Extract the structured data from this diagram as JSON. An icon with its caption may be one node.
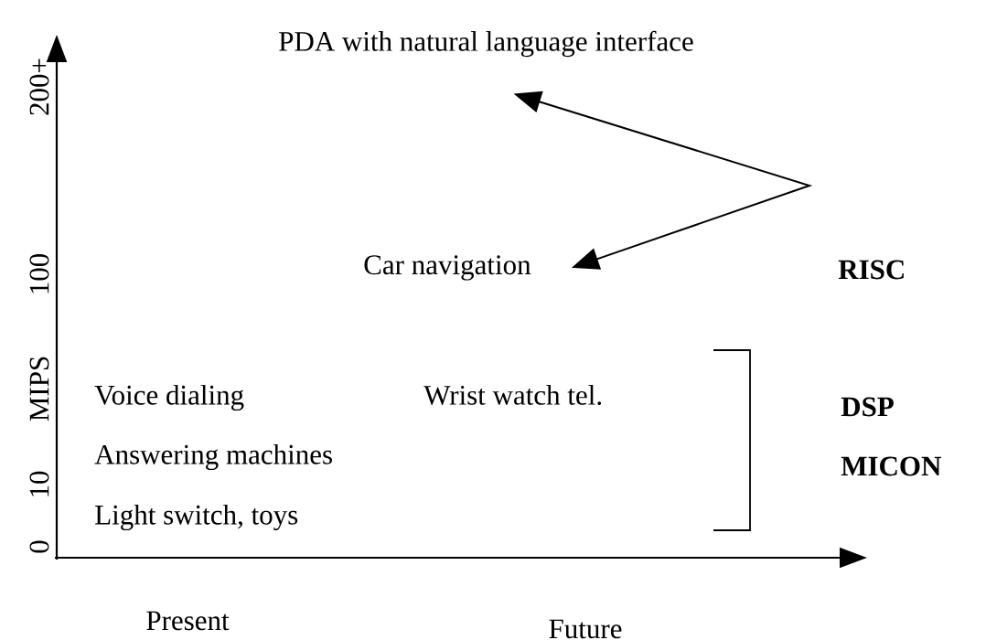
{
  "diagram": {
    "nodes": [
      {
        "text": [
          "PDA with natural language interface"
        ]
      },
      {
        "text": [
          "Car navigation"
        ]
      }
    ],
    "edges": [
      {
        "from": 0,
        "to": 1,
        "arrow": "both"
      }
    ],
    "labels": [
      "200+",
      "100",
      "RISC",
      "MIPS",
      "Wrist watch tel.",
      "Voice dialing",
      "DSP",
      "Answering machines",
      "10",
      "MICON",
      "Light switch, toys",
      "0",
      "Present",
      "Future"
    ]
  }
}
